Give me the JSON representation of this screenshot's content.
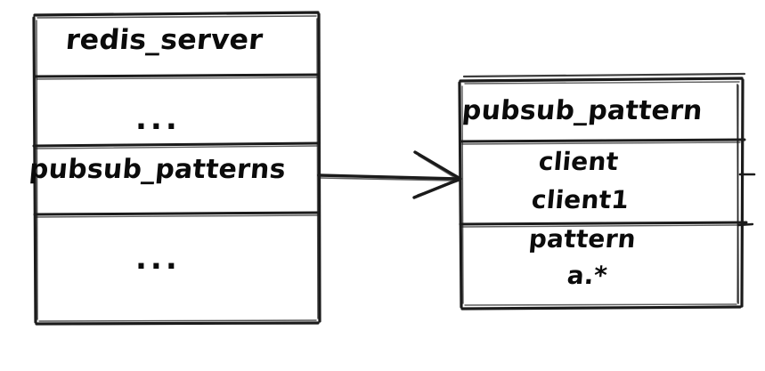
{
  "diagram": {
    "type": "hand-drawn-uml-sketch",
    "style": "excalidraw-handwritten",
    "stroke_color": "#1b1b1b",
    "background_color": "#ffffff",
    "nodes": [
      {
        "id": "redis-server-box",
        "title": "redis_server",
        "rows": [
          {
            "id": "row-ellipsis-top",
            "label": "..."
          },
          {
            "id": "row-pubsub-patterns",
            "label": "pubsub_patterns"
          },
          {
            "id": "row-ellipsis-bottom",
            "label": "..."
          }
        ]
      },
      {
        "id": "pubsub-pattern-box",
        "title": "pubsub_pattern",
        "fields": [
          {
            "id": "field-client",
            "key": "client",
            "value": "client1"
          },
          {
            "id": "field-pattern",
            "key": "pattern",
            "value": "a.*"
          }
        ]
      }
    ],
    "edges": [
      {
        "id": "edge-pubsub-patterns-to-pubsub-pattern",
        "from": "row-pubsub-patterns",
        "to": "pubsub-pattern-box",
        "arrowhead": "open-v",
        "direction": "right"
      }
    ]
  }
}
